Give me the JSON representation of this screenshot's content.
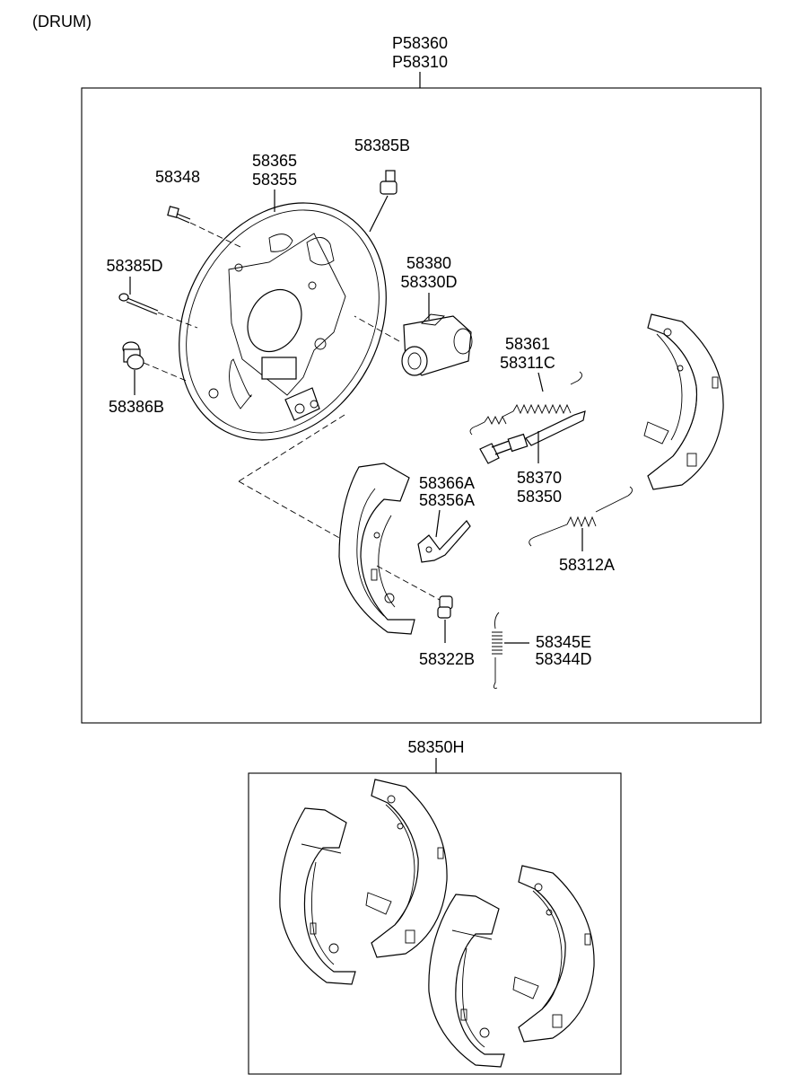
{
  "header": {
    "title": "(DRUM)"
  },
  "assembly": {
    "codes": [
      "P58360",
      "P58310"
    ]
  },
  "callouts": {
    "c58348": [
      "58348"
    ],
    "c58365": [
      "58365",
      "58355"
    ],
    "c58385B": [
      "58385B"
    ],
    "c58385D": [
      "58385D"
    ],
    "c58380": [
      "58380",
      "58330D"
    ],
    "c58386B": [
      "58386B"
    ],
    "c58361": [
      "58361",
      "58311C"
    ],
    "c58370": [
      "58370",
      "58350"
    ],
    "c58366A": [
      "58366A",
      "58356A"
    ],
    "c58312A": [
      "58312A"
    ],
    "c58322B": [
      "58322B"
    ],
    "c58345E": [
      "58345E",
      "58344D"
    ]
  },
  "kit": {
    "codes": [
      "58350H"
    ]
  }
}
